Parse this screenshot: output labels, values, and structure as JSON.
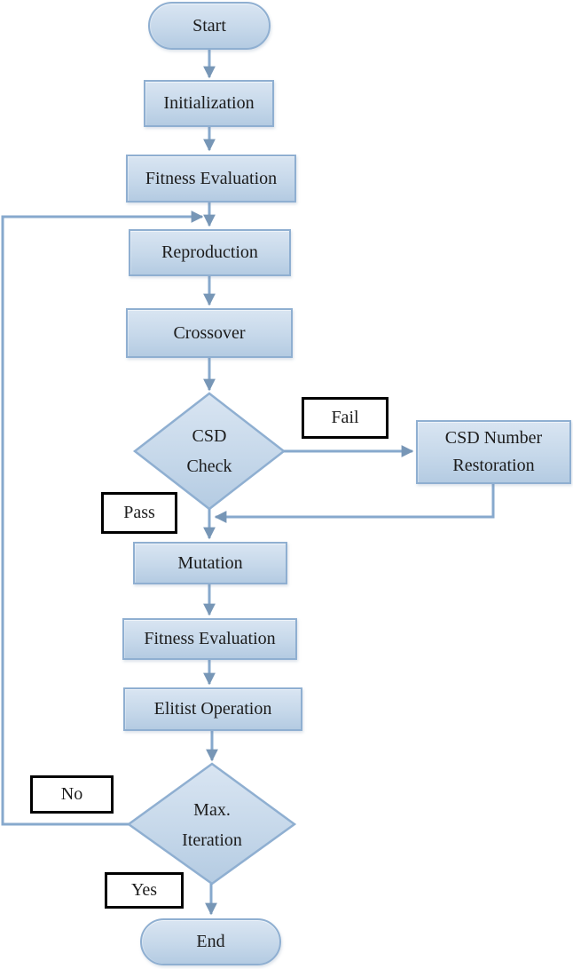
{
  "nodes": {
    "start": {
      "label": "Start",
      "type": "terminator"
    },
    "initialization": {
      "label": "Initialization",
      "type": "process"
    },
    "fitness_evaluation_1": {
      "label": "Fitness Evaluation",
      "type": "process"
    },
    "reproduction": {
      "label": "Reproduction",
      "type": "process"
    },
    "crossover": {
      "label": "Crossover",
      "type": "process"
    },
    "csd_check": {
      "line1": "CSD",
      "line2": "Check",
      "type": "decision"
    },
    "csd_number_restoration": {
      "line1": "CSD Number",
      "line2": "Restoration",
      "type": "process"
    },
    "mutation": {
      "label": "Mutation",
      "type": "process"
    },
    "fitness_evaluation_2": {
      "label": "Fitness Evaluation",
      "type": "process"
    },
    "elitist_operation": {
      "label": "Elitist Operation",
      "type": "process"
    },
    "max_iteration": {
      "line1": "Max.",
      "line2": "Iteration",
      "type": "decision"
    },
    "end": {
      "label": "End",
      "type": "terminator"
    }
  },
  "edge_labels": {
    "fail": "Fail",
    "pass": "Pass",
    "no": "No",
    "yes": "Yes"
  },
  "colors": {
    "node_fill_top": "#d9e5f2",
    "node_fill_mid": "#c6d8ea",
    "node_fill_bottom": "#b4cbe2",
    "node_border": "#8fafd1",
    "connector": "#87a9cd",
    "arrowhead": "#7796b6",
    "label_border": "#000000",
    "label_fill": "#ffffff",
    "text_color": "#1c1c1c"
  }
}
